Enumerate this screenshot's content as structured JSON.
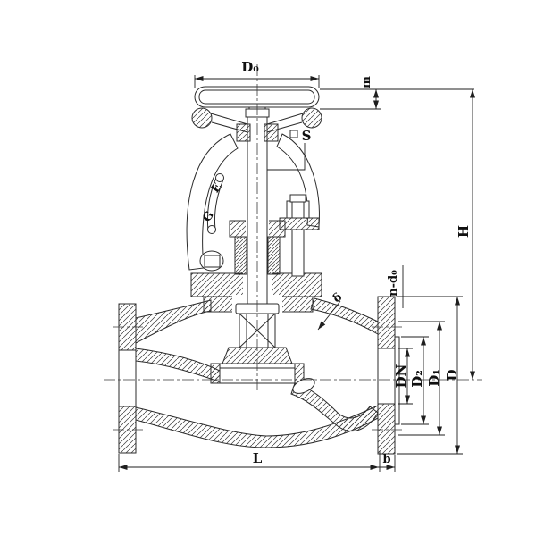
{
  "drawing": {
    "kind": "engineering-section-drawing",
    "subject": "flanged globe valve with handwheel, dimensioned",
    "colors": {
      "ink": "#2b2b2b",
      "background": "#ffffff"
    }
  },
  "labels": {
    "handwheel_diameter": "D₀",
    "handwheel_height": "m",
    "stem_square": "S",
    "yoke_e": "E",
    "yoke_g": "G",
    "overall_height": "H",
    "bolt_holes": "n-d₀",
    "wall_thickness": "δ",
    "nominal_bore": "DN",
    "raised_face_dia": "D₂",
    "bolt_circle_dia": "D₁",
    "flange_dia": "D",
    "face_to_face": "L",
    "flange_thickness": "b"
  }
}
